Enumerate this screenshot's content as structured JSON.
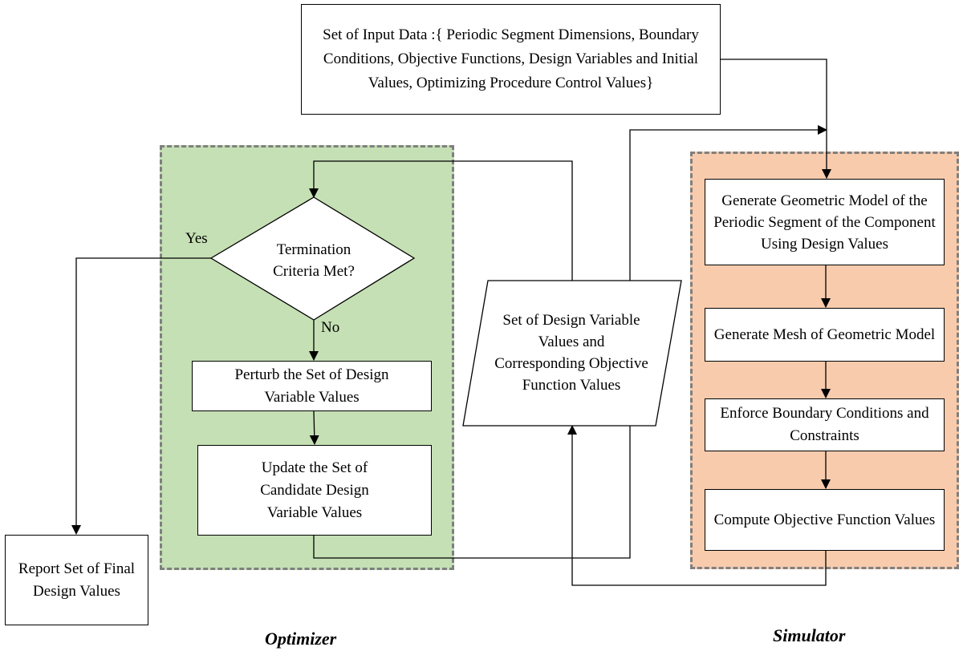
{
  "input_data": "Set of Input Data :{ Periodic Segment Dimensions, Boundary Conditions, Objective Functions, Design Variables and Initial Values, Optimizing Procedure Control Values}",
  "optimizer": {
    "title": "Optimizer",
    "decision": "Termination Criteria Met?",
    "yes_label": "Yes",
    "no_label": "No",
    "perturb": "Perturb the Set of Design Variable Values",
    "update": "Update the Set of Candidate Design Variable Values"
  },
  "report": "Report Set of Final Design Values",
  "data_set": "Set of Design Variable Values and Corresponding Objective Function Values",
  "simulator": {
    "title": "Simulator",
    "geometry": "Generate Geometric Model of the Periodic Segment of the Component Using Design Values",
    "mesh": "Generate Mesh of Geometric Model",
    "boundary": "Enforce Boundary Conditions and Constraints",
    "compute": "Compute Objective Function Values"
  },
  "colors": {
    "optimizer_fill": "#c5e0b4",
    "simulator_fill": "#f8cbad",
    "region_border": "#7f7f7f"
  }
}
